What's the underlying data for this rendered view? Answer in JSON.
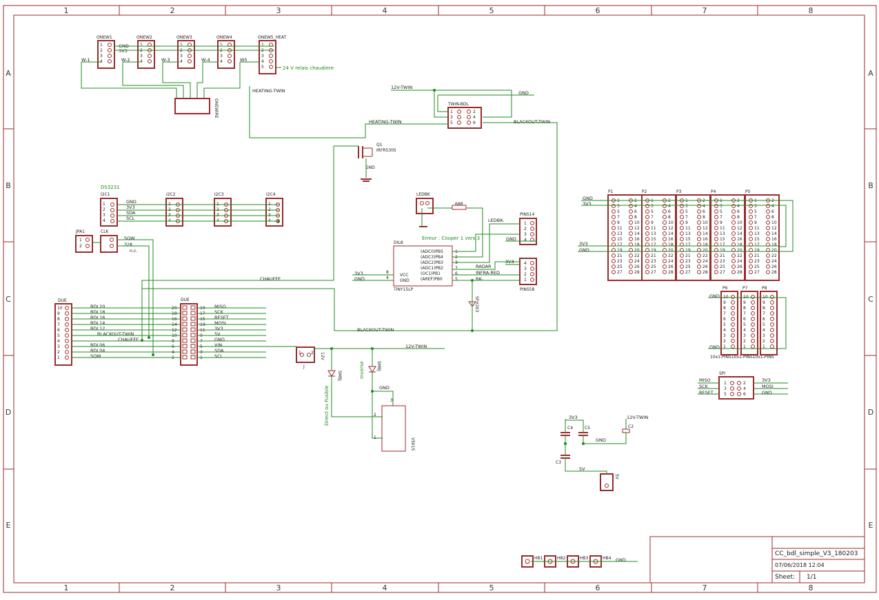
{
  "frame": {
    "columns": [
      "1",
      "2",
      "3",
      "4",
      "5",
      "6",
      "7",
      "8"
    ],
    "rows": [
      "A",
      "B",
      "C",
      "D",
      "E"
    ]
  },
  "title_block": {
    "title": "CC_bdl_simple_V3_180203",
    "date": "07/06/2018 12:04",
    "sheet_label": "Sheet:",
    "sheet_value": "1/1"
  },
  "parts": {
    "onewire": [
      {
        "name": "ONEW1",
        "pins": [
          "1",
          "2",
          "3",
          "4"
        ],
        "net": "W-1"
      },
      {
        "name": "ONEW2",
        "pins": [
          "1",
          "2",
          "3",
          "4"
        ],
        "net": "W-2"
      },
      {
        "name": "ONEW3",
        "pins": [
          "1",
          "2",
          "3",
          "4"
        ],
        "net": "W-3"
      },
      {
        "name": "ONEW4",
        "pins": [
          "1",
          "2",
          "3",
          "4"
        ],
        "net": "W-4"
      },
      {
        "name": "ONEW5_HEAT",
        "pins": [
          "1",
          "2",
          "3",
          "4",
          "5"
        ],
        "net": "W5"
      }
    ],
    "onewire_nets": [
      "GND",
      "3V3"
    ],
    "relay_note": "24 V relais chaudiere",
    "onewire_header": "ONEWIRE",
    "heating_twin": "HEATING-TWIN",
    "twin_bdl": {
      "name": "TWIN-BDL",
      "pins_left": [
        "1",
        "3",
        "5"
      ],
      "pins_right": [
        "2",
        "4",
        "6"
      ]
    },
    "twin_nets": {
      "v12": "12V-TWIN",
      "gnd": "GND",
      "heating": "HEATING-TWIN",
      "blackout": "BLACKOUT-TWIN"
    },
    "mosfet": {
      "ref": "Q1",
      "value": "IRFR5305",
      "gnd": "GND"
    },
    "i2c": [
      {
        "name": "I2C1",
        "extra": "DS3231"
      },
      {
        "name": "I2C2",
        "extra": ""
      },
      {
        "name": "I2C3",
        "extra": ""
      },
      {
        "name": "I2C4",
        "extra": ""
      }
    ],
    "i2c_nets": [
      "GND",
      "3V3",
      "SDA",
      "SCL"
    ],
    "i2c_pins": [
      "1",
      "2",
      "3",
      "4"
    ],
    "jpa1": {
      "name": "JPA1",
      "pins": [
        "1",
        "2"
      ]
    },
    "clk": {
      "name": "CLK",
      "nets": [
        "SQW",
        "32K"
      ],
      "note": "n.c."
    },
    "chauffe": "CHAUFFE",
    "ledbk": {
      "name": "LEDBK",
      "res": "68R",
      "ledbk_net": "LEDBK-"
    },
    "attiny": {
      "name": "DIL8",
      "value": "TINY15LP",
      "note": "Erreur : Couper 1 vers 3",
      "pins_right": [
        "(ADC0)PB5",
        "(ADC3)PB4",
        "(ADC2)PB3",
        "(ADC1)PB2",
        "(OC1)PB1",
        "(AREF)PB0"
      ],
      "pin_nums_right": [
        "1",
        "2",
        "3",
        "7",
        "6",
        "5"
      ],
      "pins_left": [
        "VCC",
        "GND"
      ],
      "pin_nums_left": [
        "8",
        "4"
      ],
      "nets_left": [
        "3V3",
        "GND"
      ],
      "nets_right": [
        "RADAR",
        "INFRA-RED",
        "BK-"
      ]
    },
    "pins14": {
      "name": "PINS14",
      "pins": [
        "1",
        "2",
        "3",
        "4"
      ],
      "net": "GND"
    },
    "pins58": {
      "name": "PINS58",
      "pins": [
        "4",
        "3",
        "2",
        "1"
      ],
      "net": "3V3"
    },
    "ir_led": "SFH203",
    "due_left": {
      "name": "DUE",
      "pins": [
        "10",
        "9",
        "8",
        "7",
        "6",
        "5",
        "4",
        "3",
        "2",
        "1"
      ],
      "nets": [
        "BDL20",
        "BDL18",
        "BDL16",
        "BDL14",
        "BDL12",
        "BLACKOUT-TWIN",
        "CHAUFFE",
        "BDL06",
        "BDL04",
        "SQW"
      ]
    },
    "due_right": {
      "name": "DUE",
      "pins_left": [
        "20",
        "18",
        "16",
        "14",
        "12",
        "10",
        "8",
        "6",
        "4",
        "2"
      ],
      "pins_right": [
        "19",
        "17",
        "15",
        "13",
        "11",
        "9",
        "7",
        "5",
        "3",
        "1"
      ],
      "nets": [
        "MISO",
        "SCK",
        "RESET",
        "MOSI",
        "3V3",
        "5V",
        "GND",
        "VIN",
        "SDA",
        "SCL"
      ]
    },
    "blackout_twin": "BLACKOUT-TWIN",
    "v12_twin": "12V-TWIN",
    "v12_label": "12V",
    "jack": {
      "pins": [
        "1",
        "2"
      ],
      "label": "J"
    },
    "diodes": [
      "Direct ou Fusible",
      "Inverse"
    ],
    "diode_vals": [
      "SMBJ",
      "SMBJ"
    ],
    "regulator": {
      "pins": [
        "3",
        "2",
        "1"
      ],
      "gnd": "GND",
      "name": "V5015"
    },
    "caps": {
      "names": [
        "C4",
        "C5",
        "C3",
        "C2"
      ],
      "nets": [
        "3V3",
        "GND",
        "5V",
        "12V-TWIN"
      ]
    },
    "v5_header": "5V",
    "p_headers": [
      {
        "name": "P1"
      },
      {
        "name": "P2"
      },
      {
        "name": "P3"
      },
      {
        "name": "P4"
      },
      {
        "name": "P5"
      }
    ],
    "p_nets": [
      "GND",
      "3V3",
      "3V3",
      "GND"
    ],
    "p_left_pins": [
      "1",
      "3",
      "5",
      "7",
      "9",
      "11",
      "13",
      "15",
      "17",
      "19",
      "21",
      "23",
      "25",
      "27"
    ],
    "p_right_pins": [
      "2",
      "4",
      "6",
      "8",
      "10",
      "12",
      "14",
      "16",
      "18",
      "20",
      "22",
      "24",
      "26",
      "28"
    ],
    "p_lower": [
      {
        "name": "P6"
      },
      {
        "name": "P7"
      },
      {
        "name": "P8"
      }
    ],
    "p_lower_pins": [
      "10",
      "9",
      "8",
      "7",
      "6",
      "5",
      "4",
      "3",
      "2",
      "1"
    ],
    "p_lower_nets": [
      "GND",
      "GND"
    ],
    "p_lower_caption": "10x1-PINS10x1-PINS10x1-PINS",
    "spi": {
      "name": "SPI",
      "left_nets": [
        "MISO",
        "SCK",
        "RESET"
      ],
      "right_nets": [
        "3V3",
        "MOSI",
        "GND"
      ],
      "left_pins": [
        "1",
        "3",
        "5"
      ],
      "right_pins": [
        "2",
        "4",
        "6"
      ]
    },
    "holes": [
      "HB1",
      "HB2",
      "HB3",
      "HB4"
    ],
    "holes_net": "GND"
  }
}
